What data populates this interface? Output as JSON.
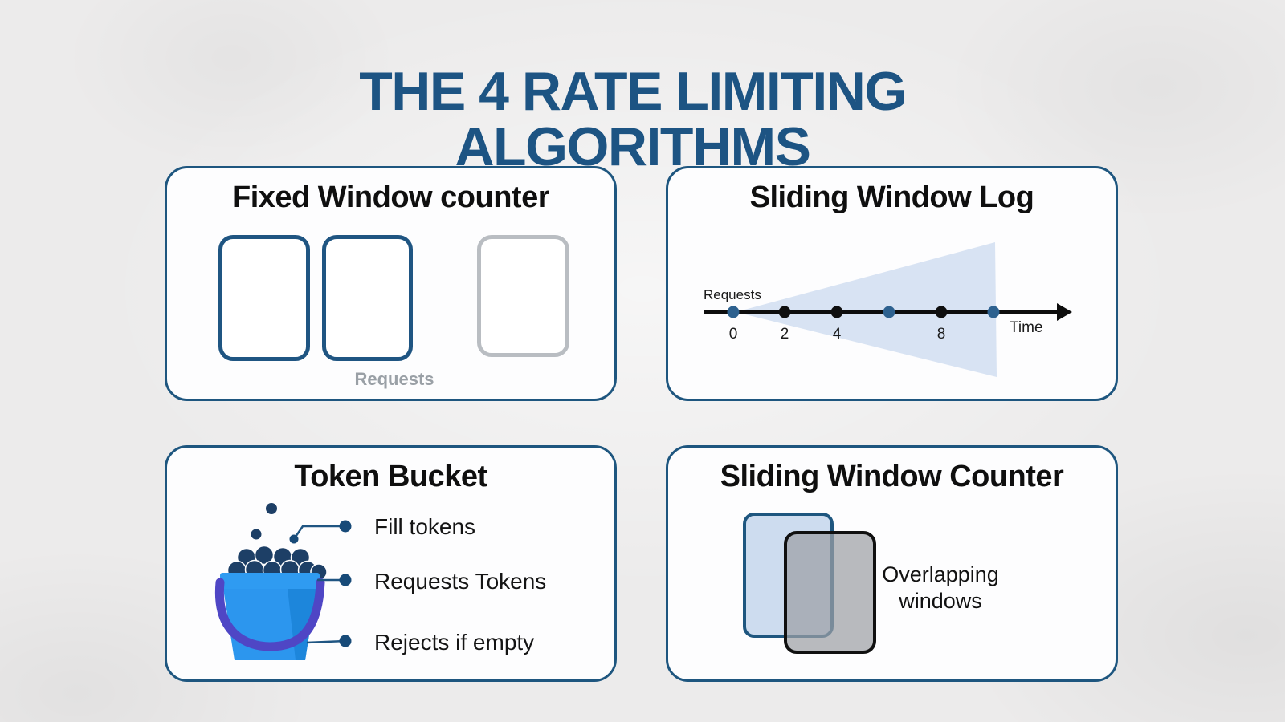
{
  "main_title": {
    "line1": "THE 4 RATE LIMITING",
    "line2": "ALGORITHMS"
  },
  "panels": {
    "fixed_window": {
      "title": "Fixed Window counter",
      "caption": "Requests",
      "windows": [
        {
          "state": "filled"
        },
        {
          "state": "filled"
        },
        {
          "state": "empty"
        }
      ]
    },
    "sliding_window_log": {
      "title": "Sliding Window Log",
      "axis_start_label": "Requests",
      "axis_end_label": "Time",
      "timeline_points": [
        {
          "time": 0,
          "style": "blue",
          "label": "0"
        },
        {
          "time": 2,
          "style": "black",
          "label": "2"
        },
        {
          "time": 4,
          "style": "black",
          "label": "4"
        },
        {
          "time": 6,
          "style": "blue",
          "label": ""
        },
        {
          "time": 8,
          "style": "black",
          "label": "8"
        },
        {
          "time": 10,
          "style": "blue",
          "label": ""
        }
      ]
    },
    "token_bucket": {
      "title": "Token Bucket",
      "items": [
        {
          "label": "Fill tokens"
        },
        {
          "label": "Requests Tokens"
        },
        {
          "label": "Rejects if empty"
        }
      ]
    },
    "sliding_window_counter": {
      "title": "Sliding Window Counter",
      "caption_line1": "Overlapping",
      "caption_line2": "windows"
    }
  },
  "colors": {
    "heading_blue": "#1d5483",
    "panel_border_blue": "#1e567f",
    "timeline_dot_blue": "#2d618f",
    "wedge_blue": "#d8e3f3",
    "bucket_blue": "#2f9bf1",
    "bucket_shade_blue": "#1d86db",
    "handle_purple": "#4f46c5",
    "token_navy": "#1d3f66",
    "empty_window_gray": "#b9bdc2",
    "muted_text_gray": "#9aa0a6"
  }
}
